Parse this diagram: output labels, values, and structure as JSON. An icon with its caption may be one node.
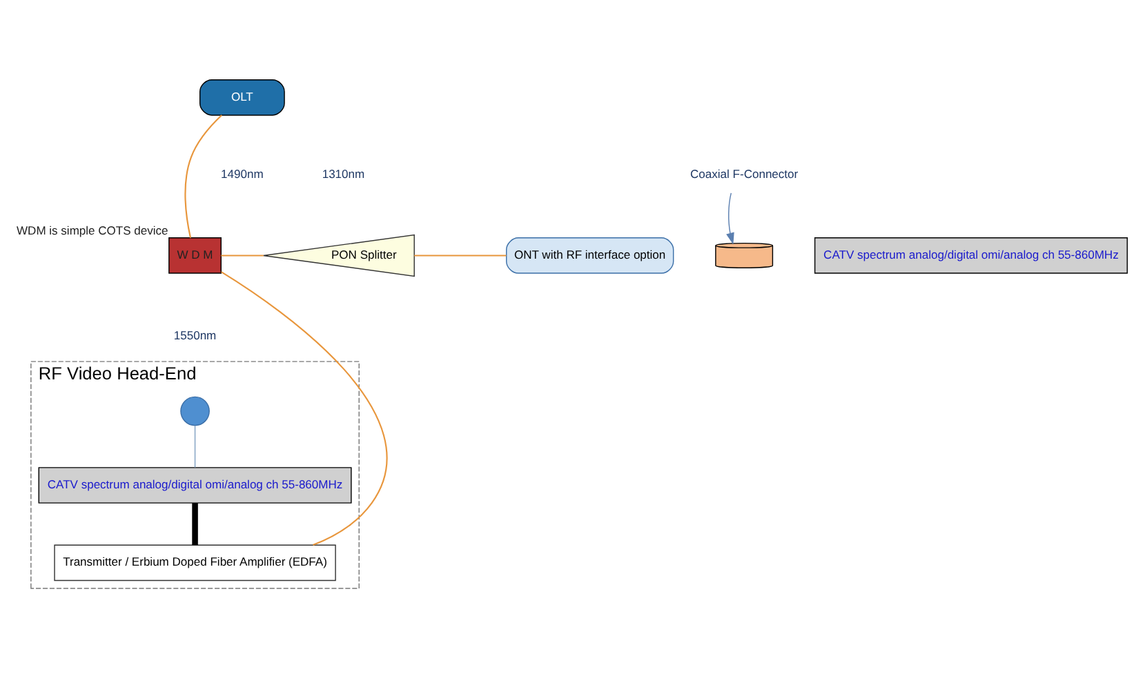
{
  "diagram": {
    "nodes": [
      {
        "text": [
          "OLT"
        ]
      },
      {
        "text": [
          "W D M"
        ],
        "beside": [
          "WDM is simple COTS device"
        ]
      },
      {
        "text": [
          "PON Splitter"
        ]
      },
      {
        "text": [
          "ONT with RF interface option"
        ]
      },
      {
        "text": [
          "Coaxial F-Connector"
        ]
      },
      {
        "text": [],
        "shape": "cylinder"
      },
      {
        "text": [
          "CATV spectrum analog/digital omi/analog ch 55-860MHz"
        ]
      },
      {
        "text": [
          "RF Video Head-End"
        ]
      },
      {
        "text": [],
        "shape": "circle",
        "in": 7
      },
      {
        "text": [
          "CATV spectrum analog/digital omi/analog ch 55-860MHz"
        ],
        "in": 7
      },
      {
        "text": [
          "Transmitter / Erbium Doped Fiber Amplifier (EDFA)"
        ],
        "in": 7
      }
    ],
    "edges": [
      {
        "from": 0,
        "to": 1,
        "arrow": "none"
      },
      {
        "from": 1,
        "to": 2,
        "arrow": "none"
      },
      {
        "from": 2,
        "to": 3,
        "arrow": "none"
      },
      {
        "from": 4,
        "to": 5,
        "arrow": "to",
        "color": "#5b7fb0"
      },
      {
        "from": 8,
        "to": 9,
        "arrow": "none",
        "color": "#7f9fc0"
      },
      {
        "from": 9,
        "to": 10,
        "arrow": "none",
        "style": "thick",
        "color": "#000000"
      },
      {
        "from": 10,
        "to": 1,
        "arrow": "none"
      }
    ],
    "labels": [
      "1490nm",
      "1310nm",
      "1550nm"
    ]
  }
}
